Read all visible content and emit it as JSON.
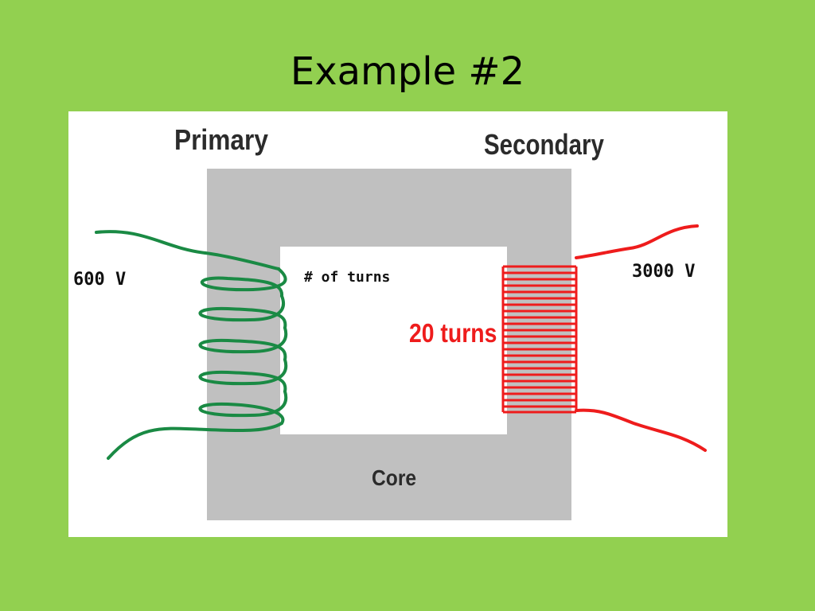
{
  "slide": {
    "title": "Example #2"
  },
  "diagram": {
    "primary_label": "Primary",
    "secondary_label": "Secondary",
    "core_label": "Core",
    "primary_voltage": "600 V",
    "secondary_voltage": "3000 V",
    "primary_turns_label": "# of turns",
    "secondary_turns_label": "20 turns",
    "colors": {
      "background": "#92d050",
      "core": "#c0c0c0",
      "primary_coil": "#1a8a44",
      "secondary_coil": "#ee1c1c"
    }
  }
}
